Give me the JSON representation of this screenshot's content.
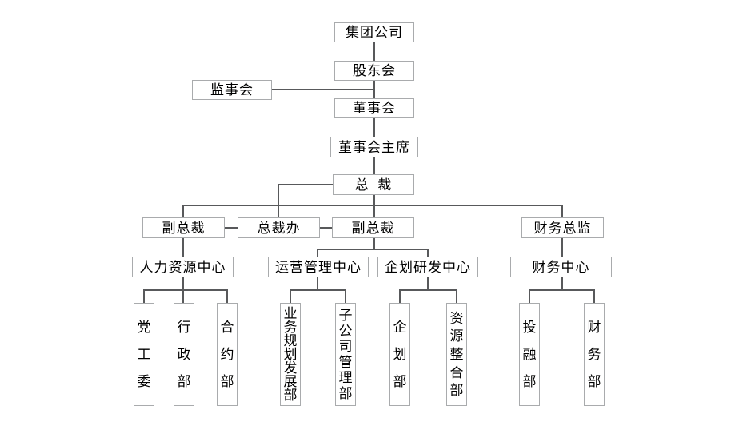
{
  "page": {
    "background": "#ffffff"
  },
  "org_chart": {
    "line_color": "#58595b",
    "box_border_color": "#a9abad",
    "box_fill": "#ffffff",
    "text_color": "#000000",
    "nodes": {
      "group_company": "集团公司",
      "shareholders_meeting": "股东会",
      "supervisory_board": "监事会",
      "board_of_directors": "董事会",
      "board_chairman": "董事会主席",
      "president": "总  裁",
      "vice_president_left": "副总裁",
      "president_office": "总裁办",
      "vice_president_right": "副总裁",
      "finance_director": "财务总监",
      "hr_center": "人力资源中心",
      "operations_center": "运营管理中心",
      "planning_rd_center": "企划研发中心",
      "finance_center": "财务中心",
      "party_committee": "党工委",
      "admin_dept": "行政部",
      "contract_dept": "合约部",
      "business_planning_dept": "业务规划发展部",
      "subsidiary_mgmt_dept": "子公司管理部",
      "planning_dept": "企划部",
      "resource_integration_dept": "资源整合部",
      "investment_financing_dept": "投融部",
      "finance_dept": "财务部"
    },
    "edges": [
      [
        "group_company",
        "shareholders_meeting"
      ],
      [
        "shareholders_meeting",
        "board_of_directors"
      ],
      [
        "supervisory_board",
        "board_of_directors"
      ],
      [
        "board_of_directors",
        "board_chairman"
      ],
      [
        "board_chairman",
        "president"
      ],
      [
        "president",
        "vice_president_left"
      ],
      [
        "president",
        "president_office"
      ],
      [
        "president",
        "vice_president_right"
      ],
      [
        "president",
        "finance_director"
      ],
      [
        "vice_president_left",
        "hr_center"
      ],
      [
        "vice_president_right",
        "operations_center"
      ],
      [
        "vice_president_right",
        "planning_rd_center"
      ],
      [
        "finance_director",
        "finance_center"
      ],
      [
        "hr_center",
        "party_committee"
      ],
      [
        "hr_center",
        "admin_dept"
      ],
      [
        "hr_center",
        "contract_dept"
      ],
      [
        "operations_center",
        "business_planning_dept"
      ],
      [
        "operations_center",
        "subsidiary_mgmt_dept"
      ],
      [
        "planning_rd_center",
        "planning_dept"
      ],
      [
        "planning_rd_center",
        "resource_integration_dept"
      ],
      [
        "finance_center",
        "investment_financing_dept"
      ],
      [
        "finance_center",
        "finance_dept"
      ]
    ]
  }
}
